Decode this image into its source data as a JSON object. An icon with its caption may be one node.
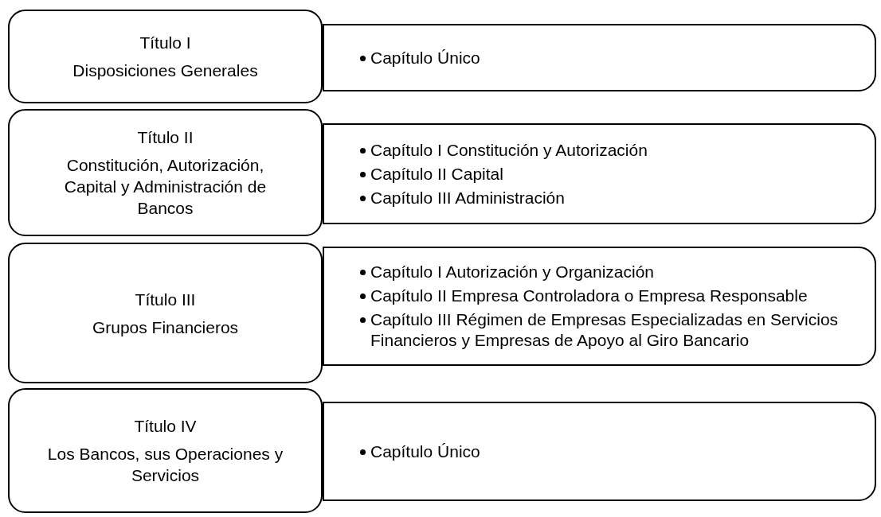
{
  "diagram": {
    "nodes": [
      {
        "text": [
          "Título I",
          "Disposiciones Generales"
        ]
      },
      {
        "text": [
          "Capítulo Único"
        ]
      },
      {
        "text": [
          "Título II",
          "Constitución, Autorización, Capital y Administración de Bancos"
        ]
      },
      {
        "text": [
          "Capítulo I Constitución y Autorización",
          "Capítulo II Capital",
          "Capítulo III Administración"
        ]
      },
      {
        "text": [
          "Título III",
          "Grupos Financieros"
        ]
      },
      {
        "text": [
          "Capítulo I Autorización y Organización",
          "Capítulo II Empresa Controladora o Empresa Responsable",
          "Capítulo III Régimen de Empresas Especializadas en Servicios Financieros y Empresas de Apoyo al Giro Bancario"
        ]
      },
      {
        "text": [
          "Título IV",
          "Los Bancos, sus Operaciones y Servicios"
        ]
      },
      {
        "text": [
          "Capítulo Único"
        ]
      }
    ],
    "edges": []
  }
}
